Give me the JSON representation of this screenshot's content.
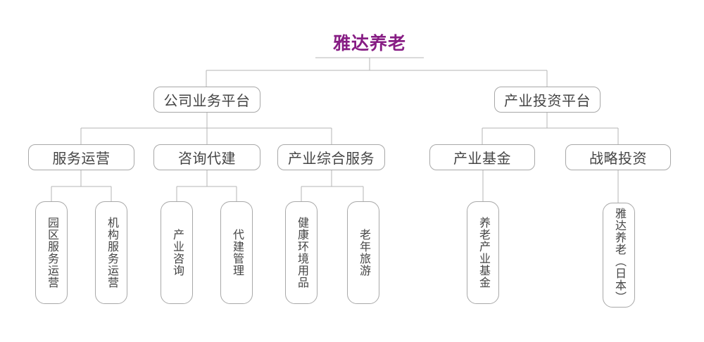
{
  "title": "雅达养老",
  "colors": {
    "title_color": "#871d84",
    "box_border_color": "#a8a8a8",
    "connector_color": "#b4b4b4",
    "box_text_color": "#444444",
    "background": "#ffffff"
  },
  "org": {
    "root": "雅达养老",
    "platforms": [
      {
        "label": "公司业务平台",
        "children": [
          {
            "label": "服务运营",
            "children": [
              "园区服务运营",
              "机构服务运营"
            ]
          },
          {
            "label": "咨询代建",
            "children": [
              "产业咨询",
              "代建管理"
            ]
          },
          {
            "label": "产业综合服务",
            "children": [
              "健康环境用品",
              "老年旅游"
            ]
          }
        ]
      },
      {
        "label": "产业投资平台",
        "children": [
          {
            "label": "产业基金",
            "children": [
              "养老产业基金"
            ]
          },
          {
            "label": "战略投资",
            "children": [
              "雅达养老（日本）"
            ]
          }
        ]
      }
    ]
  }
}
